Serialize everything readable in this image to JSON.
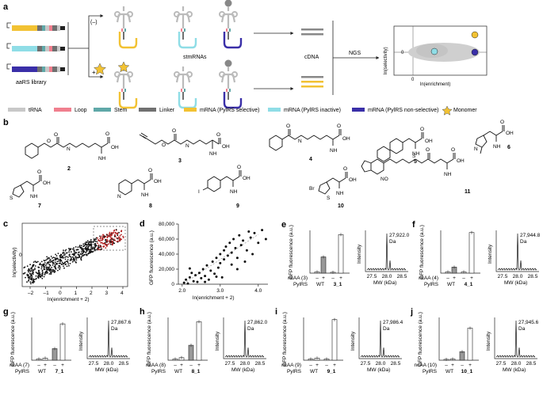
{
  "panel_letters": [
    "a",
    "b",
    "c",
    "d",
    "e",
    "f",
    "g",
    "h",
    "i",
    "j"
  ],
  "panel_a": {
    "minus": "(–)",
    "plus": "+",
    "library_label": "aaRS library",
    "stmrnas_label": "stmRNAs",
    "cdna_label": "cDNA",
    "ngs_label": "NGS",
    "ylabel": "ln(selectivity)",
    "xlabel": "ln(enrichment)",
    "y_zero": "0",
    "x_zero": "0",
    "legend": [
      {
        "label": "tRNA",
        "color": "#c8c8c8"
      },
      {
        "label": "Loop",
        "color": "#f07f8e"
      },
      {
        "label": "Stem",
        "color": "#5fa8a8"
      },
      {
        "label": "Linker",
        "color": "#707070"
      },
      {
        "label": "mRNA (PylRS selective)",
        "color": "#f2c233"
      },
      {
        "label": "mRNA (PylRS inactive)",
        "color": "#8fdde6"
      },
      {
        "label": "mRNA (PylRS non-selective)",
        "color": "#3a2fa8"
      },
      {
        "label": "Monomer",
        "color": "#f2c233"
      }
    ]
  },
  "panel_b": {
    "compounds": [
      "2",
      "3",
      "4",
      "5",
      "6",
      "7",
      "8",
      "9",
      "10",
      "11"
    ],
    "atoms": {
      "o": "O",
      "oh": "OH",
      "h": "H",
      "n": "N",
      "nh2": "NH",
      "two": "2",
      "s": "S",
      "br": "Br",
      "i": "I",
      "no2": "NO",
      "o2": "O"
    }
  },
  "panel_c": {
    "ylabel": "ln(selectivity)",
    "xlabel": "ln(enrichment + 2)",
    "xlabel_bold": "2",
    "x_ticks": [
      "–2",
      "–1",
      "0",
      "1",
      "2",
      "3",
      "4"
    ],
    "y_ticks": [
      "0"
    ]
  },
  "panel_d": {
    "ylabel": "GFP fluorescence (a.u.)",
    "xlabel": "ln(enrichment + 2)",
    "x_ticks": [
      "2.0",
      "3.0",
      "4.0"
    ],
    "y_ticks": [
      "0",
      "20,000",
      "40,000",
      "60,000",
      "80,000"
    ]
  },
  "bar_panels": [
    {
      "id": "e",
      "compound": "3",
      "label_lower": "ncAA (3)",
      "variant": "3_1",
      "values": [
        0.03,
        0.38,
        0.02,
        0.9
      ],
      "mass": "27,922.0",
      "unit": "Da"
    },
    {
      "id": "f",
      "compound": "4",
      "label_lower": "ncAA (4)",
      "variant": "4_1",
      "values": [
        0.03,
        0.14,
        0.03,
        0.95
      ],
      "mass": "27,944.8",
      "unit": "Da"
    },
    {
      "id": "g",
      "compound": "7",
      "label_lower": "ncAA (7)",
      "variant": "7_1",
      "values": [
        0.03,
        0.05,
        0.27,
        0.85
      ],
      "mass": "27,867.6",
      "unit": "Da"
    },
    {
      "id": "h",
      "compound": "8",
      "label_lower": "ncAA (8)",
      "variant": "8_1",
      "values": [
        0.03,
        0.06,
        0.35,
        0.9
      ],
      "mass": "27,862.0",
      "unit": "Da"
    },
    {
      "id": "i",
      "compound": "9",
      "label_lower": "ncAA (9)",
      "variant": "9_1",
      "values": [
        0.03,
        0.05,
        0.03,
        0.95
      ],
      "mass": "27,986.4",
      "unit": "Da"
    },
    {
      "id": "j",
      "compound": "10",
      "label_lower": "ncAA (10)",
      "variant": "10_1",
      "values": [
        0.02,
        0.03,
        0.2,
        0.75
      ],
      "mass": "27,945.6",
      "unit": "Da"
    }
  ],
  "bar_common": {
    "ylabel": "GFP fluorescence (a.u.)",
    "pylrs": "PylRS",
    "wt": "WT",
    "minus": "–",
    "plus": "+",
    "ms_ylabel": "Intensity",
    "ms_xlabel": "MW (kDa)",
    "ms_ticks": [
      "27.5",
      "28.0",
      "28.5"
    ]
  }
}
